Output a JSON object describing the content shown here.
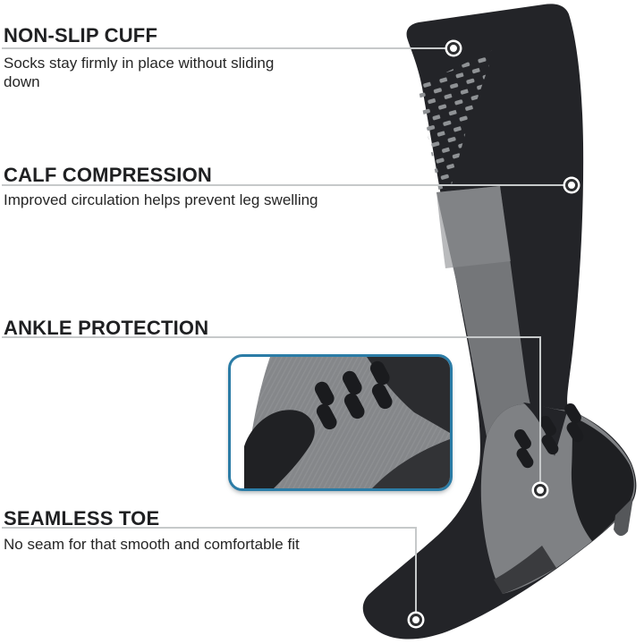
{
  "callouts": [
    {
      "title": "NON-SLIP CUFF",
      "description": "Socks stay firmly in place without sliding down"
    },
    {
      "title": "CALF COMPRESSION",
      "description": "Improved circulation helps prevent leg swelling"
    },
    {
      "title": "ANKLE PROTECTION",
      "description": ""
    },
    {
      "title": "SEAMLESS TOE",
      "description": "No seam for that smooth and comfortable fit"
    }
  ],
  "product": {
    "illustration": "black knee-high compression sock with gray calf and ankle panels",
    "inset": "zoomed detail of ankle protection padding"
  },
  "colors": {
    "background": "#ffffff",
    "sock_black": "#232428",
    "panel_gray": "#76787b",
    "ankle_gray": "#7f8184",
    "leader_line": "#c6c9ca",
    "inset_border": "#2b7ca6",
    "heading_text": "#1f2022",
    "body_text": "#262626"
  }
}
